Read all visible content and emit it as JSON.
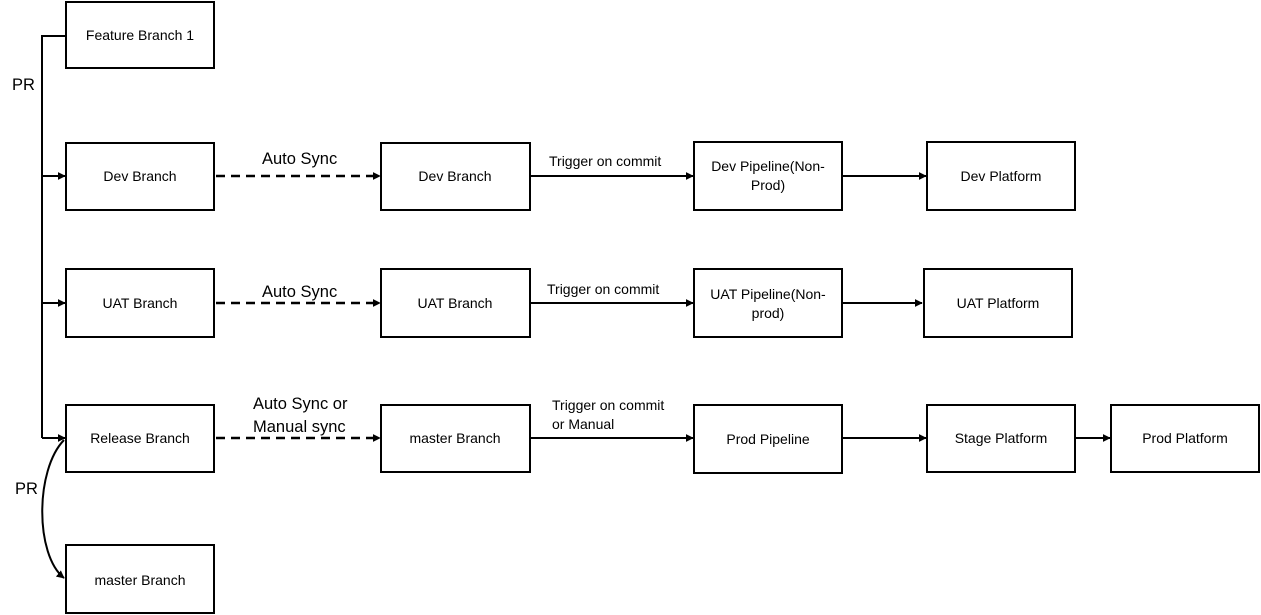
{
  "nodes": {
    "feature_branch_1": "Feature Branch 1",
    "dev_branch_source": "Dev Branch",
    "uat_branch_source": "UAT Branch",
    "release_branch": "Release Branch",
    "master_branch_source": "master Branch",
    "dev_branch_target": "Dev Branch",
    "uat_branch_target": "UAT Branch",
    "master_branch_target": "master Branch",
    "dev_pipeline": [
      "Dev Pipeline(Non-",
      "Prod)"
    ],
    "uat_pipeline": [
      "UAT Pipeline(Non-",
      "prod)"
    ],
    "prod_pipeline": "Prod Pipeline",
    "dev_platform": "Dev Platform",
    "uat_platform": "UAT Platform",
    "stage_platform": "Stage Platform",
    "prod_platform": "Prod Platform"
  },
  "edges": {
    "pr_top": "PR",
    "pr_bottom": "PR",
    "auto_sync_dev": "Auto Sync",
    "auto_sync_uat": "Auto Sync",
    "sync_release": [
      "Auto Sync or",
      "Manual sync"
    ],
    "trigger_dev": "Trigger on commit",
    "trigger_uat": "Trigger on commit",
    "trigger_prod": [
      "Trigger on commit",
      "or Manual"
    ]
  },
  "colors": {
    "stroke": "#000000",
    "fill": "#ffffff",
    "text": "#000000"
  }
}
